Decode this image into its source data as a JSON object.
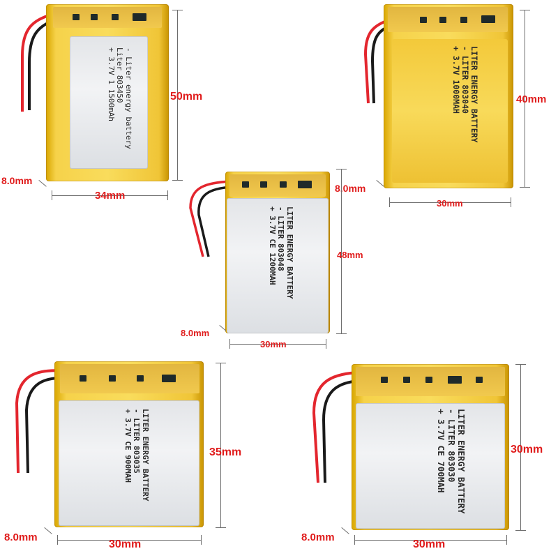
{
  "batteries": [
    {
      "id": "b1",
      "finish": "yellow",
      "label_lines": [
        "- Liter energy battery",
        "  Liter     803450",
        "+ 3.7V 1      1500mAh"
      ],
      "height_label": "50mm",
      "width_label": "34mm",
      "thickness_label": "8.0mm"
    },
    {
      "id": "b2",
      "finish": "yellow",
      "label_lines": [
        "LITER ENERGY BATTERY",
        "- LITER    803040",
        "+ 3.7V     1000MAH"
      ],
      "height_label": "40mm",
      "width_label": "30mm",
      "thickness_label": "8.0mm"
    },
    {
      "id": "b3",
      "finish": "silver",
      "label_lines": [
        "LITER ENERGY BATTERY",
        "- LITER    803048",
        "+ 3.7V CE 1200MAH"
      ],
      "height_label": "48mm",
      "width_label": "30mm",
      "thickness_label": "8.0mm"
    },
    {
      "id": "b4",
      "finish": "silver",
      "label_lines": [
        "LITER ENERGY BATTERY",
        "- LITER    803035",
        "+ 3.7V CE 900MAH"
      ],
      "height_label": "35mm",
      "width_label": "30mm",
      "thickness_label": "8.0mm"
    },
    {
      "id": "b5",
      "finish": "silver",
      "label_lines": [
        "LITER ENERGY BATTERY",
        "- LITER    803030",
        "+ 3.7V CE 700MAH"
      ],
      "height_label": "30mm",
      "width_label": "30mm",
      "thickness_label": "8.0mm"
    }
  ],
  "colors": {
    "dimension_text": "#e01c1c",
    "cell_yellow": "#f6d24a",
    "cell_silver": "#e3e5e8",
    "wire_red": "#e3262e",
    "wire_black": "#1a1a1a"
  }
}
